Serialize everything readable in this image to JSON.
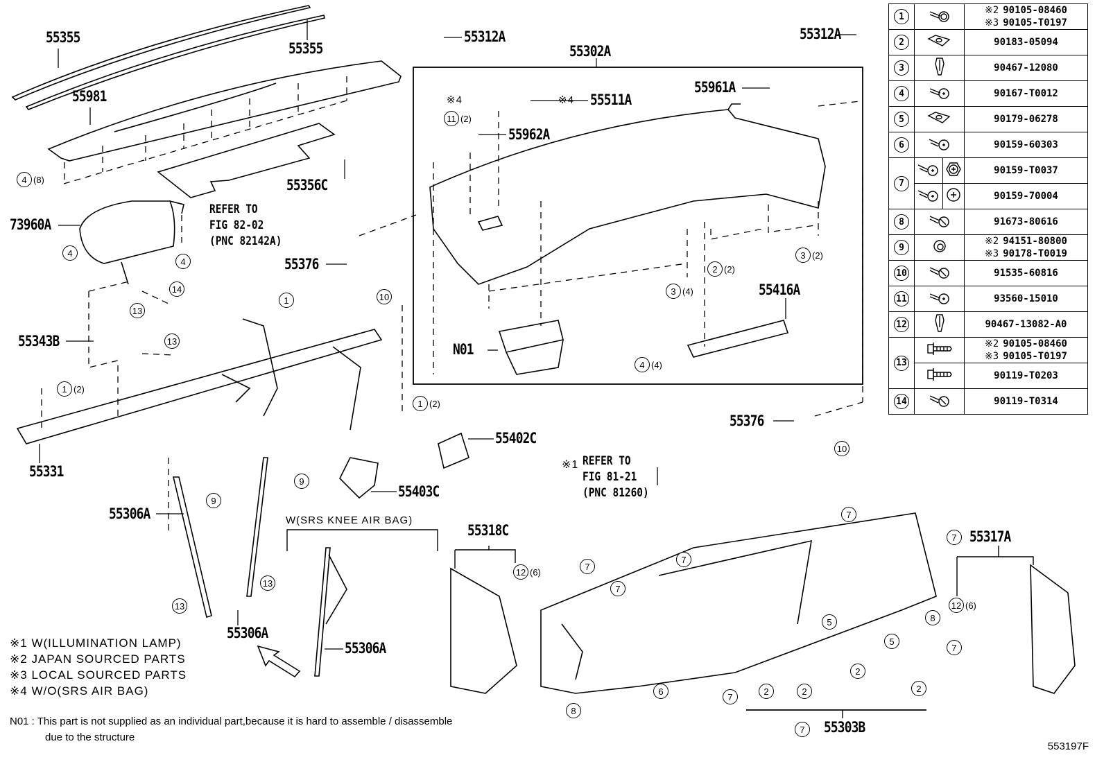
{
  "diagram": {
    "figure_code": "553197F",
    "part_labels": [
      {
        "id": "p55355a",
        "text": "55355"
      },
      {
        "id": "p55355b",
        "text": "55355"
      },
      {
        "id": "p55981",
        "text": "55981"
      },
      {
        "id": "p55356c",
        "text": "55356C"
      },
      {
        "id": "p73960a",
        "text": "73960A"
      },
      {
        "id": "p55312a_l",
        "text": "55312A"
      },
      {
        "id": "p55312a_r",
        "text": "55312A"
      },
      {
        "id": "p55302a",
        "text": "55302A"
      },
      {
        "id": "p55511a",
        "text": "55511A"
      },
      {
        "id": "p55962a",
        "text": "55962A"
      },
      {
        "id": "p55961a",
        "text": "55961A"
      },
      {
        "id": "p55376a",
        "text": "55376"
      },
      {
        "id": "p55376b",
        "text": "55376"
      },
      {
        "id": "p55416a",
        "text": "55416A"
      },
      {
        "id": "pN01",
        "text": "N01"
      },
      {
        "id": "p55343b",
        "text": "55343B"
      },
      {
        "id": "p55331",
        "text": "55331"
      },
      {
        "id": "p55402c",
        "text": "55402C"
      },
      {
        "id": "p55403c",
        "text": "55403C"
      },
      {
        "id": "p55306a_1",
        "text": "55306A"
      },
      {
        "id": "p55306a_2",
        "text": "55306A"
      },
      {
        "id": "p55306a_3",
        "text": "55306A"
      },
      {
        "id": "p55318c",
        "text": "55318C"
      },
      {
        "id": "p55317a",
        "text": "55317A"
      },
      {
        "id": "p55303b",
        "text": "55303B"
      }
    ],
    "refer_notes": [
      {
        "id": "ref82",
        "mark": "",
        "text": "REFER TO\nFIG 82-02\n(PNC 82142A)"
      },
      {
        "id": "ref81",
        "mark": "※1",
        "text": "REFER TO\nFIG 81-21\n(PNC 81260)"
      }
    ],
    "knee_airbag_label": "W(SRS KNEE AIR BAG)",
    "mark4_label": "※4",
    "callouts": [
      {
        "n": "4",
        "qty": "(8)"
      },
      {
        "n": "4",
        "qty": ""
      },
      {
        "n": "4",
        "qty": ""
      },
      {
        "n": "11",
        "qty": "(2)"
      },
      {
        "n": "14",
        "qty": ""
      },
      {
        "n": "13",
        "qty": ""
      },
      {
        "n": "13",
        "qty": ""
      },
      {
        "n": "1",
        "qty": ""
      },
      {
        "n": "10",
        "qty": ""
      },
      {
        "n": "1",
        "qty": "(2)"
      },
      {
        "n": "1",
        "qty": "(2)"
      },
      {
        "n": "3",
        "qty": "(4)"
      },
      {
        "n": "2",
        "qty": "(2)"
      },
      {
        "n": "3",
        "qty": "(2)"
      },
      {
        "n": "4",
        "qty": "(4)"
      },
      {
        "n": "10",
        "qty": ""
      },
      {
        "n": "9",
        "qty": ""
      },
      {
        "n": "9",
        "qty": ""
      },
      {
        "n": "13",
        "qty": ""
      },
      {
        "n": "13",
        "qty": ""
      },
      {
        "n": "12",
        "qty": "(6)"
      },
      {
        "n": "12",
        "qty": "(6)"
      },
      {
        "n": "7",
        "qty": ""
      },
      {
        "n": "7",
        "qty": ""
      },
      {
        "n": "7",
        "qty": ""
      },
      {
        "n": "7",
        "qty": ""
      },
      {
        "n": "7",
        "qty": ""
      },
      {
        "n": "7",
        "qty": ""
      },
      {
        "n": "7",
        "qty": ""
      },
      {
        "n": "7",
        "qty": ""
      },
      {
        "n": "8",
        "qty": ""
      },
      {
        "n": "8",
        "qty": ""
      },
      {
        "n": "5",
        "qty": ""
      },
      {
        "n": "5",
        "qty": ""
      },
      {
        "n": "6",
        "qty": ""
      },
      {
        "n": "2",
        "qty": ""
      },
      {
        "n": "2",
        "qty": ""
      },
      {
        "n": "2",
        "qty": ""
      },
      {
        "n": "2",
        "qty": ""
      }
    ],
    "footnotes": [
      {
        "mark": "※1",
        "text": "W(ILLUMINATION LAMP)"
      },
      {
        "mark": "※2",
        "text": "JAPAN SOURCED PARTS"
      },
      {
        "mark": "※3",
        "text": "LOCAL SOURCED PARTS"
      },
      {
        "mark": "※4",
        "text": "W/O(SRS AIR BAG)"
      }
    ],
    "n01_note": {
      "line1": "N01 : This part is not supplied as an individual part,because it is hard to assemble / disassemble",
      "line2": "due to the structure"
    }
  },
  "fastener_table": {
    "rows": [
      {
        "n": "1",
        "icon": "bolt-washer-icon",
        "parts": [
          {
            "mark": "※2",
            "pn": "90105-08460"
          },
          {
            "mark": "※3",
            "pn": "90105-T0197"
          }
        ]
      },
      {
        "n": "2",
        "icon": "clip-nut-icon",
        "parts": [
          {
            "mark": "",
            "pn": "90183-05094"
          }
        ]
      },
      {
        "n": "3",
        "icon": "push-clip-icon",
        "parts": [
          {
            "mark": "",
            "pn": "90467-12080"
          }
        ]
      },
      {
        "n": "4",
        "icon": "screw-icon",
        "parts": [
          {
            "mark": "",
            "pn": "90167-T0012"
          }
        ]
      },
      {
        "n": "5",
        "icon": "clip-nut-icon",
        "parts": [
          {
            "mark": "",
            "pn": "90179-06278"
          }
        ]
      },
      {
        "n": "6",
        "icon": "tapping-screw-icon",
        "parts": [
          {
            "mark": "",
            "pn": "90159-60303"
          }
        ]
      },
      {
        "n": "7",
        "icon": "tapping-screw-icon",
        "sub": [
          {
            "head": "hex-phillips-head-icon",
            "pn": "90159-T0037"
          },
          {
            "head": "round-phillips-head-icon",
            "pn": "90159-70004"
          }
        ]
      },
      {
        "n": "8",
        "icon": "bolt-icon",
        "parts": [
          {
            "mark": "",
            "pn": "91673-80616"
          }
        ]
      },
      {
        "n": "9",
        "icon": "nut-icon",
        "parts": [
          {
            "mark": "※2",
            "pn": "94151-80800"
          },
          {
            "mark": "※3",
            "pn": "90178-T0019"
          }
        ]
      },
      {
        "n": "10",
        "icon": "bolt-icon",
        "parts": [
          {
            "mark": "",
            "pn": "91535-60816"
          }
        ]
      },
      {
        "n": "11",
        "icon": "screw-icon",
        "parts": [
          {
            "mark": "",
            "pn": "93560-15010"
          }
        ]
      },
      {
        "n": "12",
        "icon": "push-clip-icon",
        "parts": [
          {
            "mark": "",
            "pn": "90467-13082-A0"
          }
        ]
      },
      {
        "n": "13",
        "icon": "flange-bolt-icon",
        "sub2": [
          {
            "parts": [
              {
                "mark": "※2",
                "pn": "90105-08460"
              },
              {
                "mark": "※3",
                "pn": "90105-T0197"
              }
            ]
          },
          {
            "parts": [
              {
                "mark": "",
                "pn": "90119-T0203"
              }
            ]
          }
        ]
      },
      {
        "n": "14",
        "icon": "bolt-icon",
        "parts": [
          {
            "mark": "",
            "pn": "90119-T0314"
          }
        ]
      }
    ]
  }
}
